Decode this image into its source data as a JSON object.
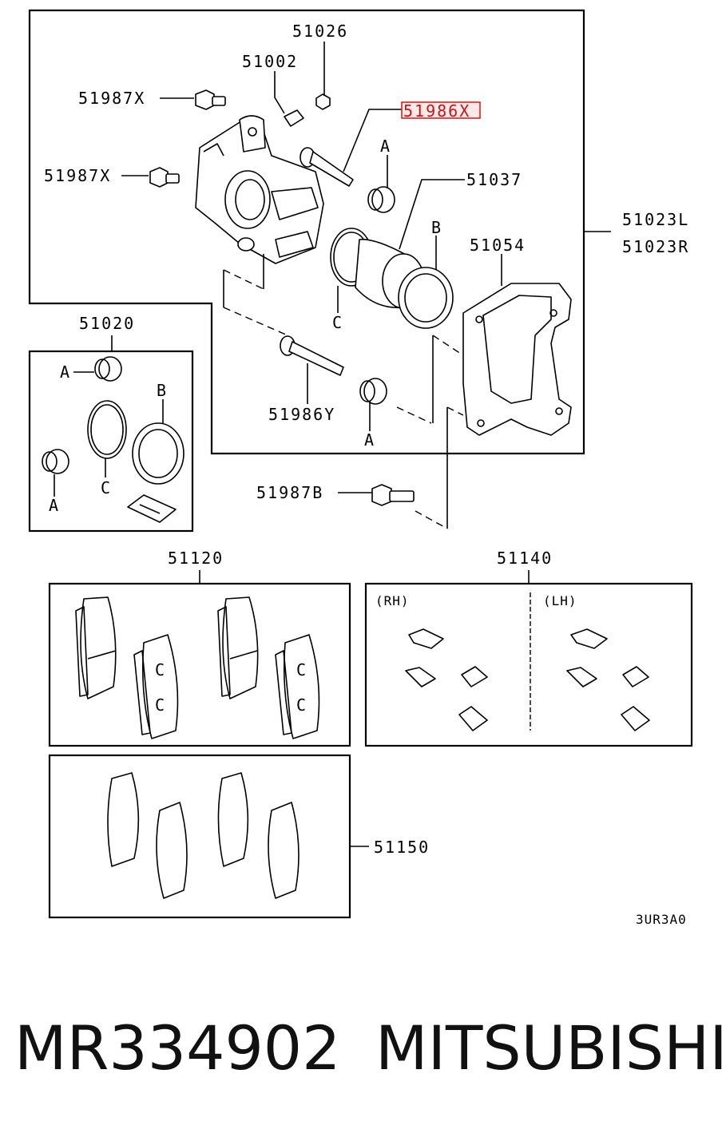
{
  "labels": {
    "p51026": "51026",
    "p51002": "51002",
    "p51987x_a": "51987X",
    "p51987x_b": "51987X",
    "p51986x": "51986X",
    "p51037": "51037",
    "p51023l": "51023L",
    "p51023r": "51023R",
    "p51054": "51054",
    "p51020": "51020",
    "p51986y": "51986Y",
    "p51987b": "51987B",
    "p51120": "51120",
    "p51140": "51140",
    "p51150": "51150",
    "a1": "A",
    "a2": "A",
    "a3": "A",
    "a4": "A",
    "b1": "B",
    "b2": "B",
    "c1": "C",
    "c2": "C",
    "rh": "(RH)",
    "lh": "(LH)",
    "ref": "3UR3A0"
  },
  "highlight": {
    "color": "#e02020",
    "part": "51986X"
  },
  "footer": {
    "part_number": "MR334902",
    "brand": "MITSUBISHI"
  }
}
